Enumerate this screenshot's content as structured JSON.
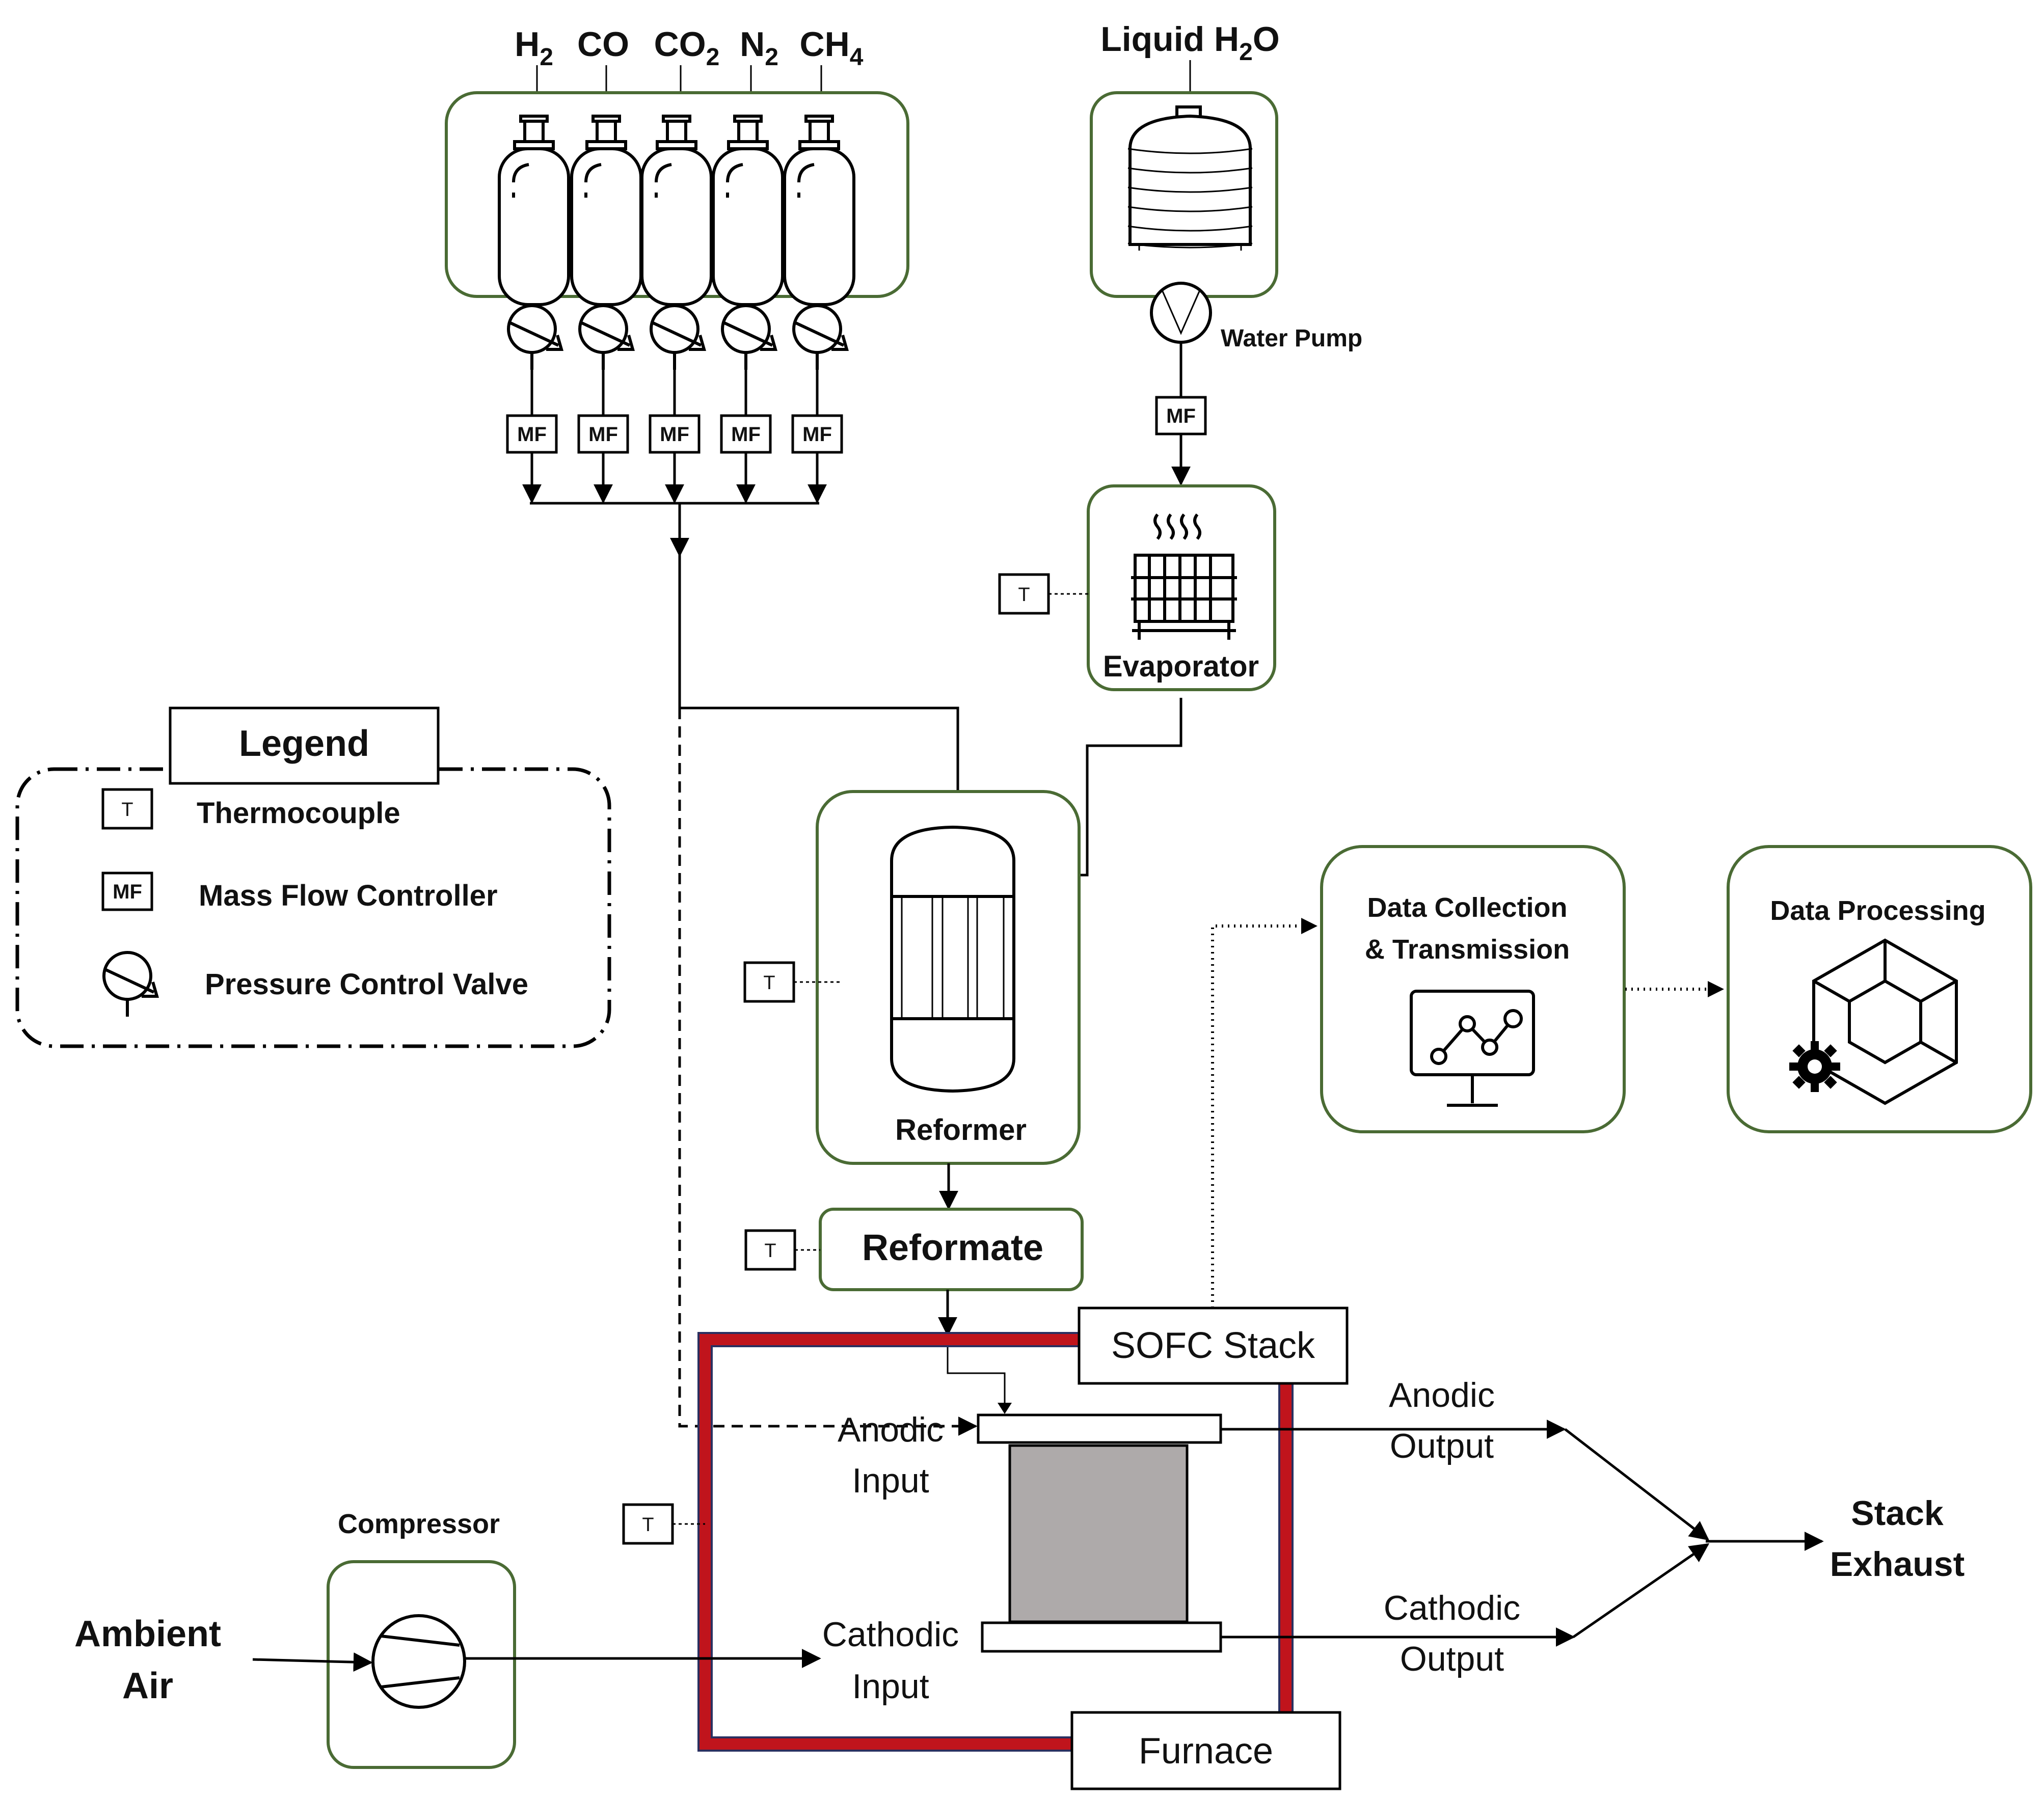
{
  "gases": [
    {
      "base": "H",
      "sub": "2"
    },
    {
      "base": "CO",
      "sub": ""
    },
    {
      "base": "CO",
      "sub": "2"
    },
    {
      "base": "N",
      "sub": "2"
    },
    {
      "base": "CH",
      "sub": "4"
    }
  ],
  "water_label": {
    "base": "Liquid  H",
    "sub": "2",
    "tail": "O"
  },
  "water_pump_label": "Water Pump",
  "evaporator_label": "Evaporator",
  "reformer_label": "Reformer",
  "reformate_label": "Reformate",
  "sofc_stack_label": "SOFC Stack",
  "furnace_label": "Furnace",
  "anodic_input": [
    "Anodic",
    "Input"
  ],
  "cathodic_input": [
    "Cathodic",
    "Input"
  ],
  "anodic_output": [
    "Anodic",
    "Output"
  ],
  "cathodic_output": [
    "Cathodic",
    "Output"
  ],
  "stack_exhaust": [
    "Stack",
    "Exhaust"
  ],
  "ambient_air": [
    "Ambient",
    "Air"
  ],
  "compressor_label": "Compressor",
  "data_collection": [
    "Data Collection",
    "& Transmission"
  ],
  "data_processing": "Data Processing",
  "legend": {
    "title": "Legend",
    "items": [
      {
        "symbol": "T",
        "label": "Thermocouple"
      },
      {
        "symbol": "MF",
        "label": "Mass Flow Controller"
      },
      {
        "symbol": "",
        "label": "Pressure Control Valve"
      }
    ]
  },
  "mf_symbol": "MF",
  "t_symbol": "T",
  "colors": {
    "box_green": "#4a6b34",
    "furnace_red": "#c0141c",
    "furnace_edge": "#2a3060",
    "stack_gray": "#aeaaaa"
  }
}
